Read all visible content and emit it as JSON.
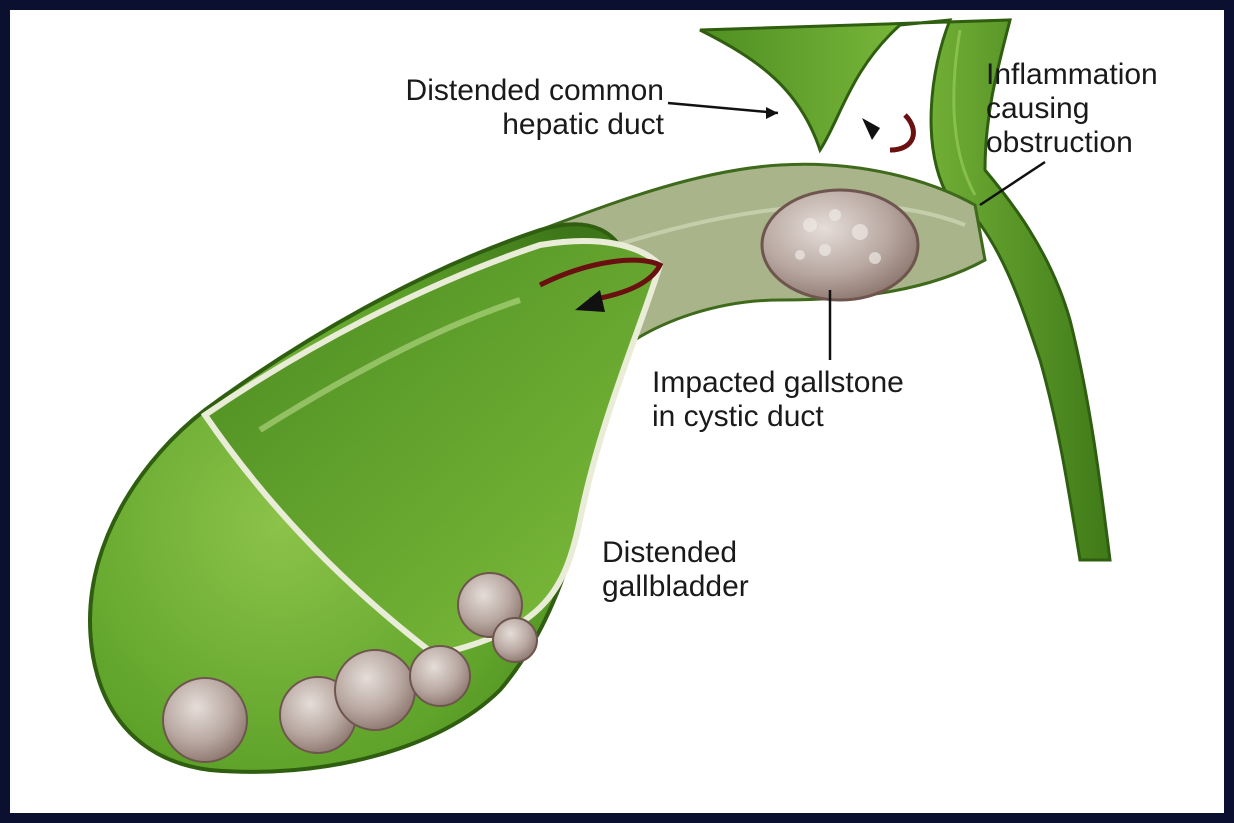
{
  "colors": {
    "frame_background": "#0b1030",
    "panel_background": "#ffffff",
    "gallbladder_green": "#5fa32a",
    "gallbladder_dark": "#3f7a18",
    "gallstone": "#b7a7a0",
    "arrow_red": "#6a1010",
    "pointer_line": "#111111"
  },
  "labels": {
    "common_hepatic_duct": "Distended common\nhepatic duct",
    "inflammation": "Inflammation\ncausing\nobstruction",
    "impacted_gallstone": "Impacted gallstone\nin cystic duct",
    "distended_gallbladder": "Distended\ngallbladder"
  },
  "icons": {
    "flow_arrow_1": "curved-arrow-icon",
    "flow_arrow_2": "curved-arrow-icon"
  }
}
